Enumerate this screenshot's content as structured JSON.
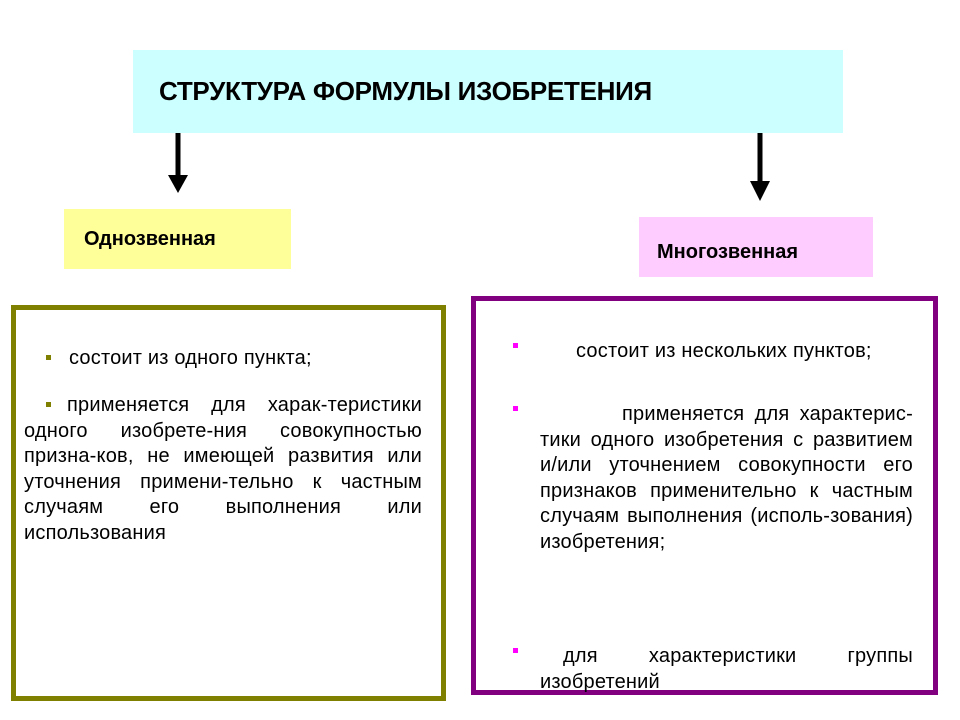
{
  "title": "СТРУКТУРА ФОРМУЛЫ ИЗОБРЕТЕНИЯ",
  "left": {
    "label": "Однозвенная",
    "bullets": [
      "состоит из одного пункта;",
      "применяется для харак-теристики одного изобрете-ния совокупностью призна-ков, не имеющей развития или уточнения примени-тельно к частным случаям его выполнения или использования"
    ]
  },
  "right": {
    "label": "Многозвенная",
    "bullets": [
      "состоит из нескольких пунктов;",
      "применяется для характерис-тики одного изобретения с развитием и/или уточнением совокупности его признаков применительно к частным случаям выполнения (исполь-зования) изобретения;",
      "для характеристики группы изобретений"
    ]
  },
  "colors": {
    "title_bg": "#ccffff",
    "single_bg": "#ffff99",
    "multi_bg": "#ffccff",
    "left_border": "#808000",
    "right_border": "#800080",
    "left_bullet": "#808000",
    "right_bullet": "#ff00ff"
  }
}
